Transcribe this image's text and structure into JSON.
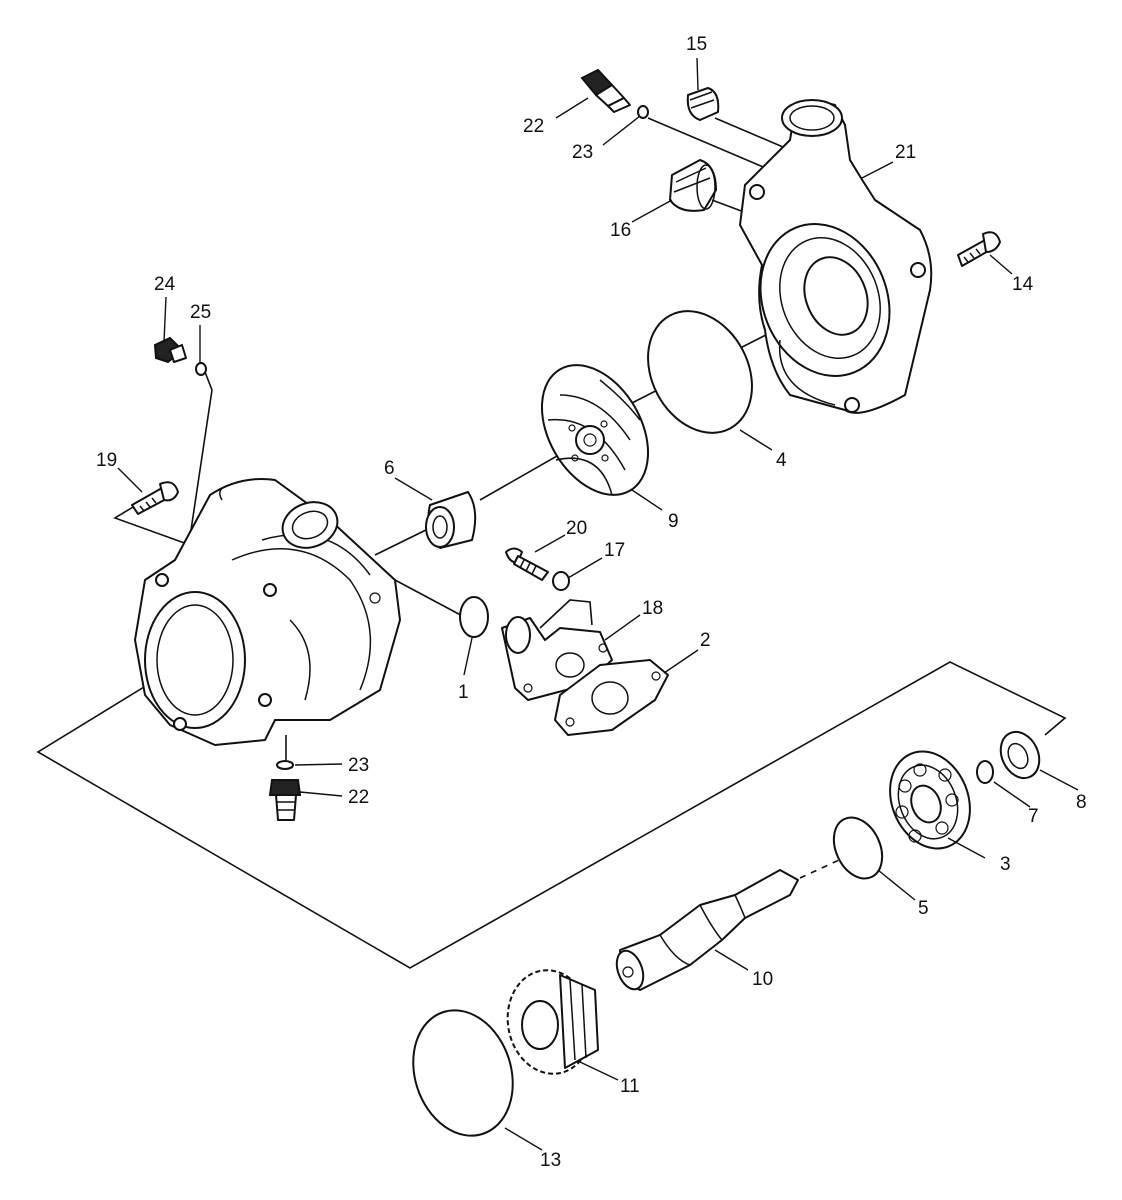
{
  "callouts": {
    "p1": "1",
    "p2": "2",
    "p3": "3",
    "p4": "4",
    "p5": "5",
    "p6": "6",
    "p7": "7",
    "p8": "8",
    "p9": "9",
    "p10": "10",
    "p11": "11",
    "p13": "13",
    "p14": "14",
    "p15": "15",
    "p16": "16",
    "p17": "17",
    "p18": "18",
    "p19": "19",
    "p20": "20",
    "p21": "21",
    "p22a": "22",
    "p22b": "22",
    "p23a": "23",
    "p23b": "23",
    "p24": "24",
    "p25": "25"
  }
}
